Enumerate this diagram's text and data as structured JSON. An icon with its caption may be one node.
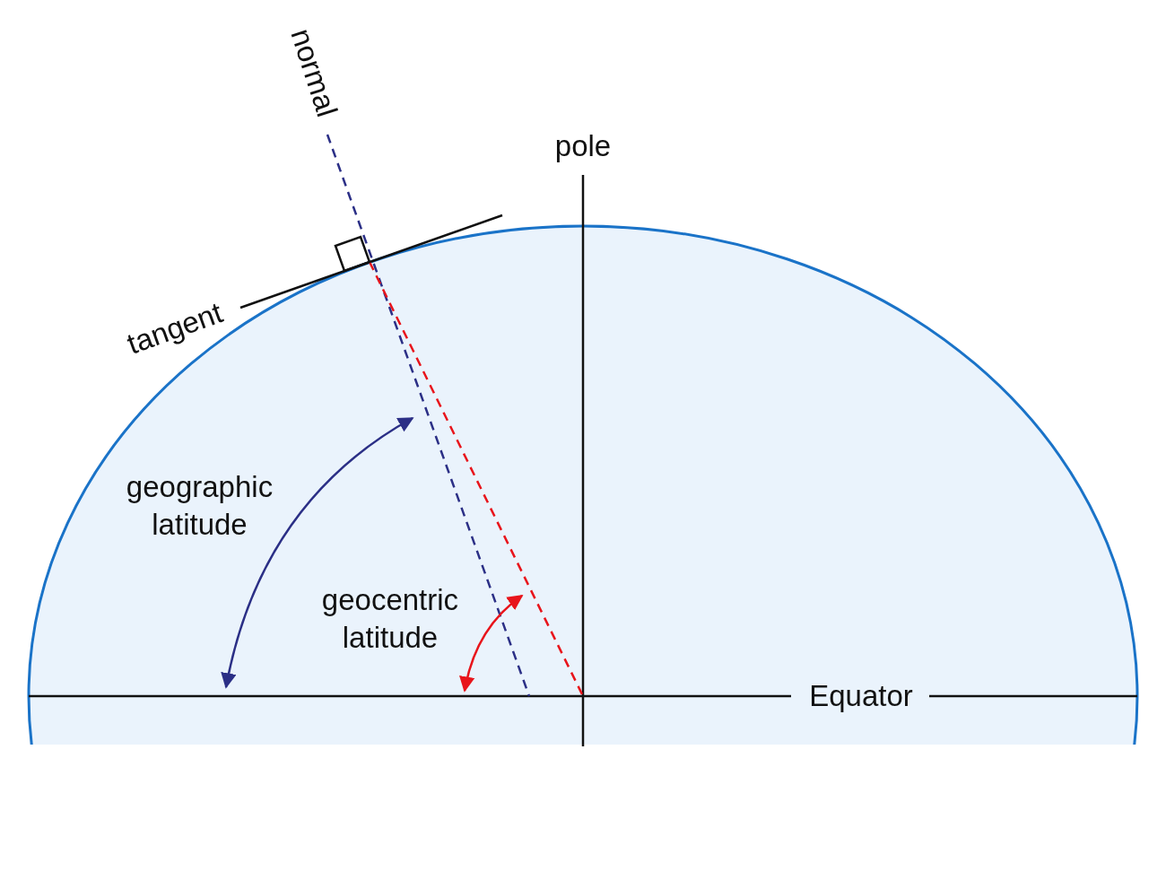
{
  "diagram": {
    "labels": [
      "normal",
      "pole",
      "tangent",
      "geographic latitude",
      "geocentric latitude",
      "Equator"
    ]
  }
}
